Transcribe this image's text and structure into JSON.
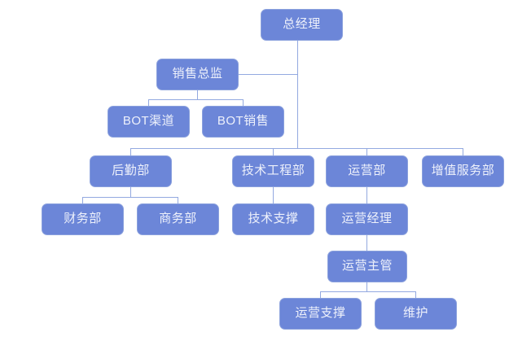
{
  "chart": {
    "type": "org-chart",
    "title": "",
    "background_color": "#ffffff",
    "node_fill_color": "#6c86d8",
    "node_border_color": "#8ba1dd",
    "node_text_color": "#eef1fb",
    "connector_color": "#93a9e0",
    "nodes": [
      {
        "id": "gm",
        "label": "总经理",
        "level": 1,
        "parent": null
      },
      {
        "id": "sales_dir",
        "label": "销售总监",
        "level": 2,
        "parent": "gm"
      },
      {
        "id": "bot_channel",
        "label": "BOT渠道",
        "level": 3,
        "parent": "sales_dir"
      },
      {
        "id": "bot_sales",
        "label": "BOT销售",
        "level": 3,
        "parent": "sales_dir"
      },
      {
        "id": "logistics",
        "label": "后勤部",
        "level": 4,
        "parent": "gm"
      },
      {
        "id": "tech_eng",
        "label": "技术工程部",
        "level": 4,
        "parent": "gm"
      },
      {
        "id": "operations",
        "label": "运营部",
        "level": 4,
        "parent": "gm"
      },
      {
        "id": "value_added",
        "label": "增值服务部",
        "level": 4,
        "parent": "gm"
      },
      {
        "id": "finance",
        "label": "财务部",
        "level": 5,
        "parent": "logistics"
      },
      {
        "id": "commerce",
        "label": "商务部",
        "level": 5,
        "parent": "logistics"
      },
      {
        "id": "tech_support",
        "label": "技术支撑",
        "level": 5,
        "parent": "tech_eng"
      },
      {
        "id": "ops_manager",
        "label": "运营经理",
        "level": 5,
        "parent": "operations"
      },
      {
        "id": "ops_super",
        "label": "运营主管",
        "level": 6,
        "parent": "ops_manager"
      },
      {
        "id": "ops_support",
        "label": "运营支撑",
        "level": 7,
        "parent": "ops_super"
      },
      {
        "id": "maintenance",
        "label": "维护",
        "level": 7,
        "parent": "ops_super"
      }
    ]
  }
}
